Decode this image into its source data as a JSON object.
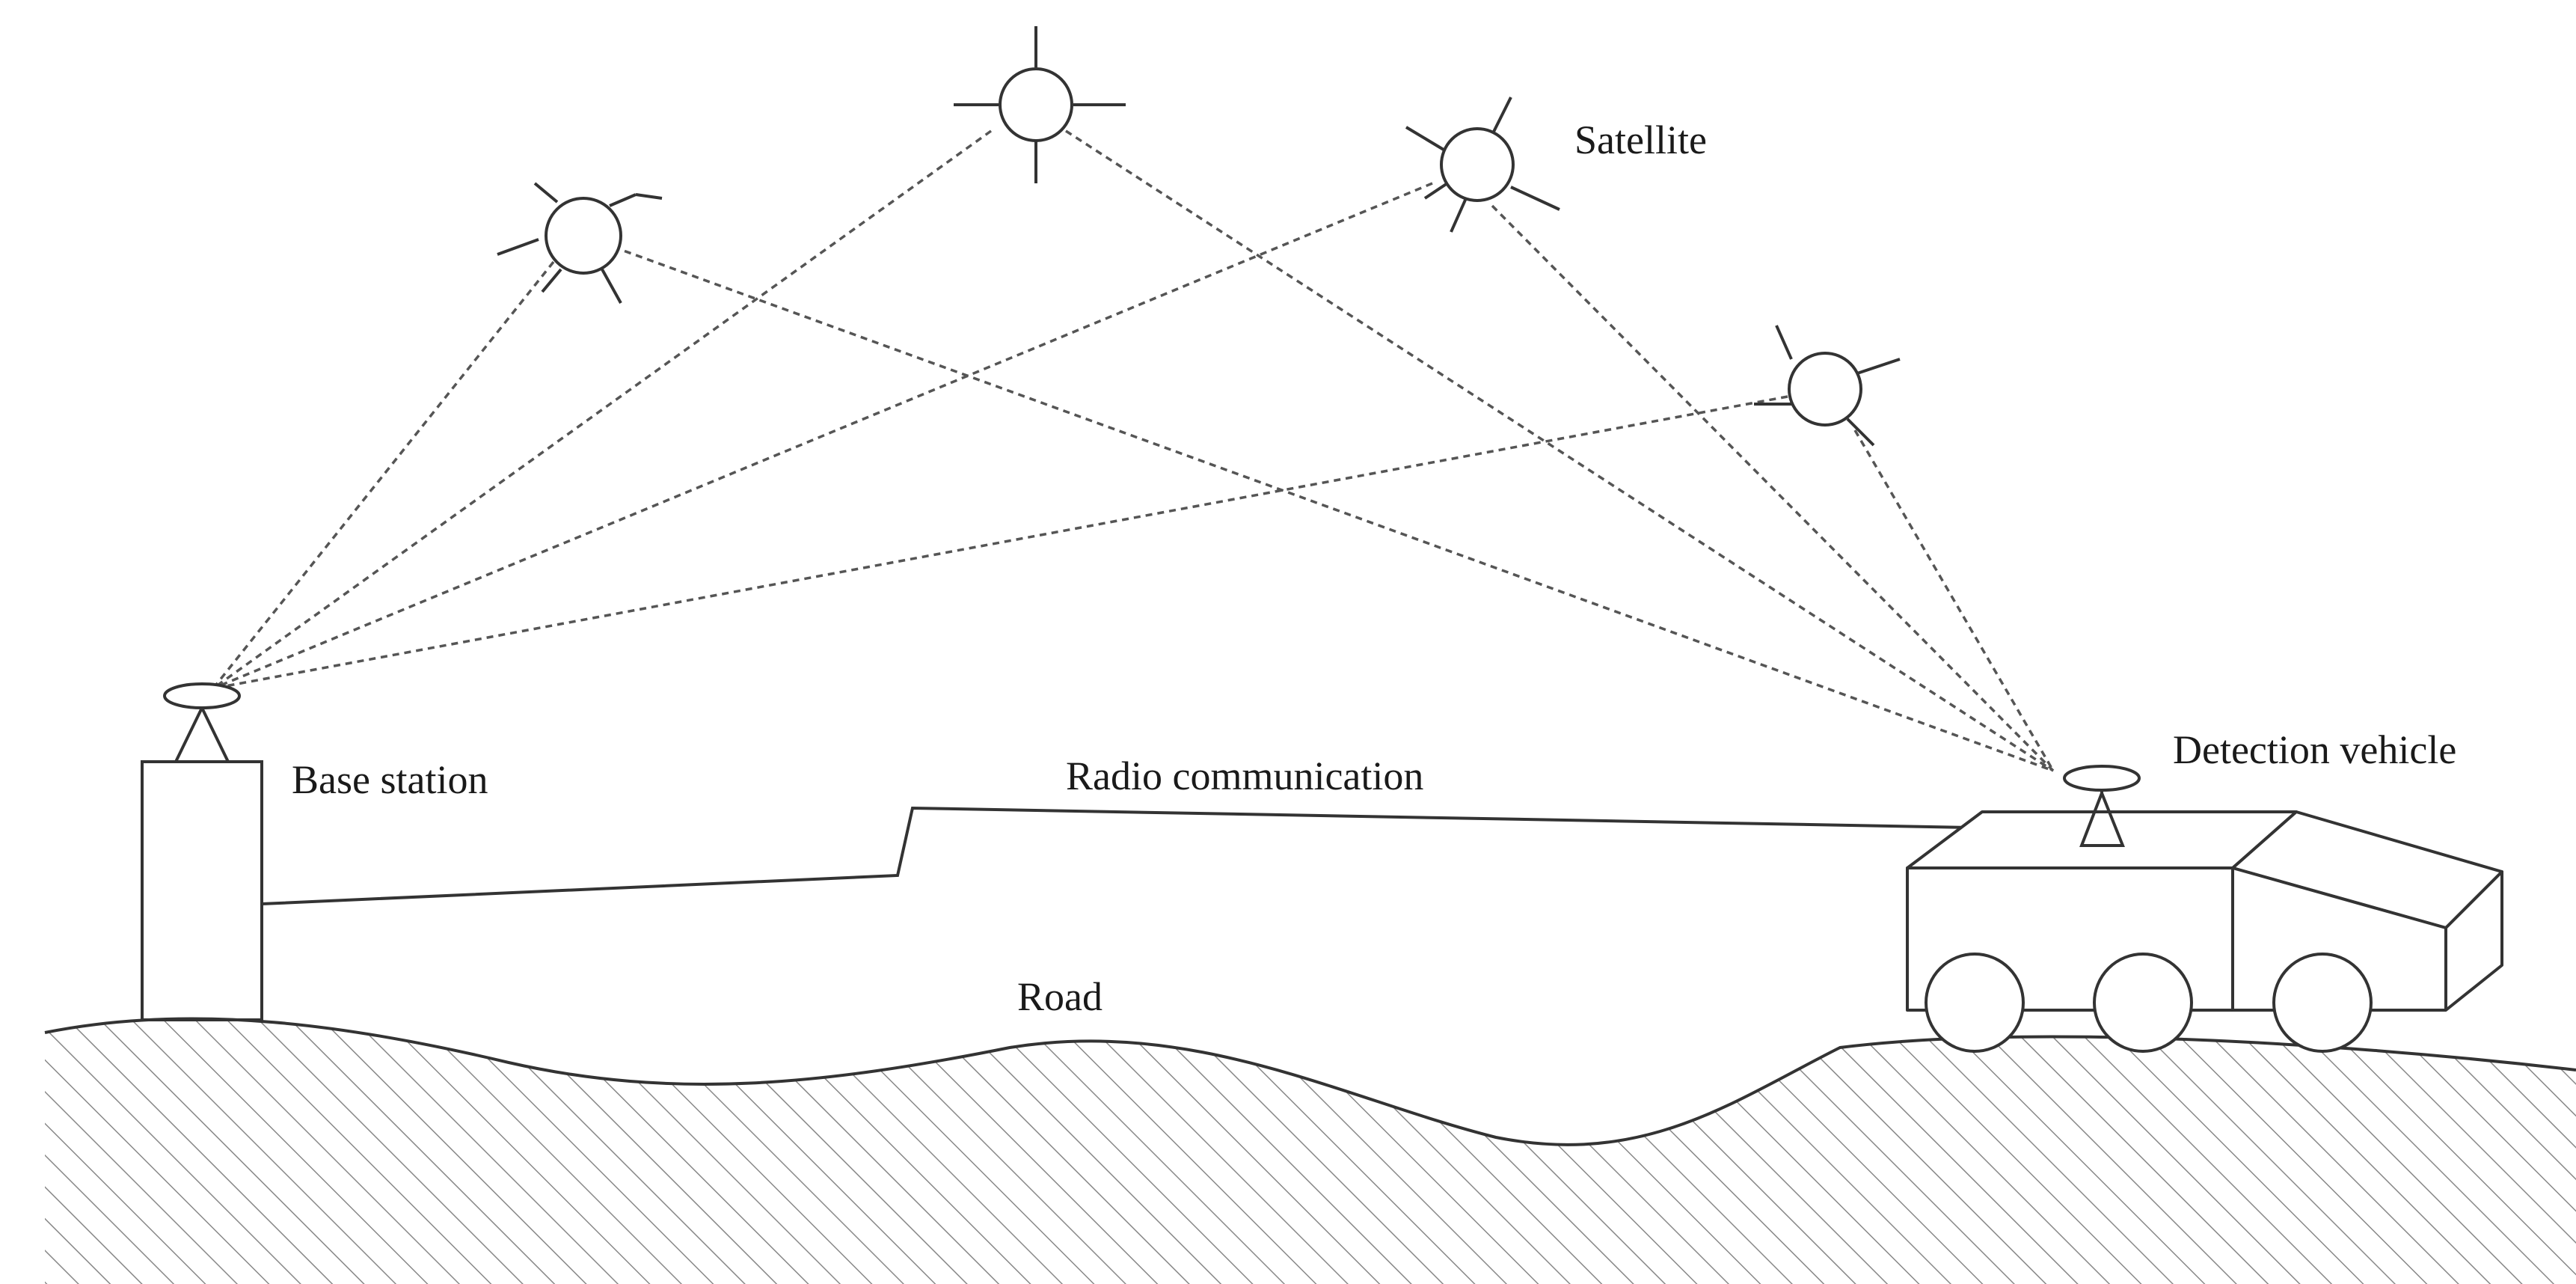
{
  "labels": {
    "satellite": "Satellite",
    "base_station": "Base station",
    "radio_communication": "Radio communication",
    "detection_vehicle": "Detection vehicle",
    "road": "Road"
  },
  "colors": {
    "stroke": "#333333",
    "hatch": "#888888",
    "background": "#ffffff"
  },
  "icons": {
    "satellite": "satellite-icon",
    "antenna": "gnss-antenna-icon",
    "base_station": "base-station-tower-icon",
    "vehicle": "detection-vehicle-icon"
  }
}
